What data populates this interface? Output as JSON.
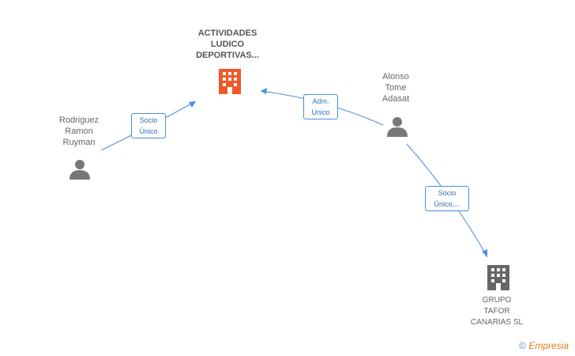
{
  "nodes": {
    "company_main": {
      "lines": [
        "ACTIVIDADES",
        "LUDICO",
        "DEPORTIVAS..."
      ],
      "color": "#f05a28"
    },
    "person_rodriguez": {
      "lines": [
        "Rodriguez",
        "Ramon",
        "Ruyman"
      ]
    },
    "person_alonso": {
      "lines": [
        "Alonso",
        "Tome",
        "Adasat"
      ]
    },
    "company_grupo": {
      "lines": [
        "GRUPO",
        "TAFOR",
        "CANARIAS SL"
      ],
      "color": "#666666"
    }
  },
  "edges": {
    "rodriguez_to_main": {
      "lines": [
        "Socio",
        "Único"
      ]
    },
    "alonso_to_main": {
      "lines": [
        "Adm.",
        "Unico"
      ]
    },
    "alonso_to_grupo": {
      "lines": [
        "Socio",
        "Único,..."
      ]
    }
  },
  "colors": {
    "edge": "#4a90d9",
    "person": "#777777"
  },
  "footer": {
    "copyright_symbol": "©",
    "brand": "Empresia"
  }
}
